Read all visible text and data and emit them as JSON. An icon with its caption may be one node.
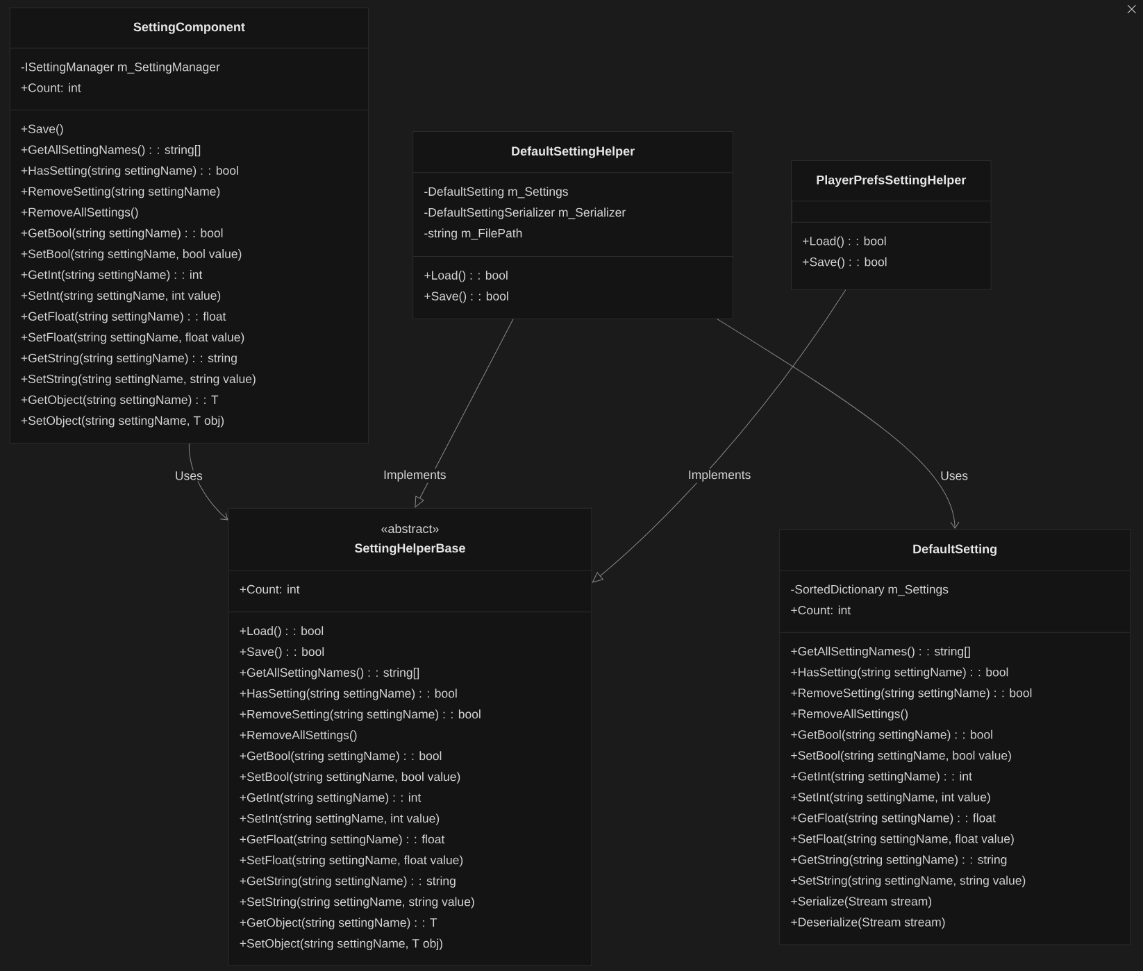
{
  "diagram": {
    "nodes": [
      {
        "text": [
          "SettingComponent"
        ]
      },
      {
        "text": [
          "-ISettingManager m_SettingManager",
          "+Count: int"
        ],
        "in": 0
      },
      {
        "text": [
          "+Save()",
          "+GetAllSettingNames() : : string[]",
          "+HasSetting(string settingName) : : bool",
          "+RemoveSetting(string settingName)",
          "+RemoveAllSettings()",
          "+GetBool(string settingName) : : bool",
          "+SetBool(string settingName, bool value)",
          "+GetInt(string settingName) : : int",
          "+SetInt(string settingName, int value)",
          "+GetFloat(string settingName) : : float",
          "+SetFloat(string settingName, float value)",
          "+GetString(string settingName) : : string",
          "+SetString(string settingName, string value)",
          "+GetObject(string settingName) : : T",
          "+SetObject(string settingName, T obj)"
        ],
        "in": 0
      },
      {
        "text": [
          "DefaultSettingHelper"
        ]
      },
      {
        "text": [
          "-DefaultSetting m_Settings",
          "-DefaultSettingSerializer m_Serializer",
          "-string m_FilePath"
        ],
        "in": 3
      },
      {
        "text": [
          "+Load() : : bool",
          "+Save() : : bool"
        ],
        "in": 3
      },
      {
        "text": [
          "PlayerPrefsSettingHelper"
        ]
      },
      {
        "text": [],
        "shape": "box",
        "in": 6
      },
      {
        "text": [
          "+Load() : : bool",
          "+Save() : : bool"
        ],
        "in": 6
      },
      {
        "text": [
          "«abstract»",
          "SettingHelperBase"
        ]
      },
      {
        "text": [
          "+Count: int"
        ],
        "in": 9
      },
      {
        "text": [
          "+Load() : : bool",
          "+Save() : : bool",
          "+GetAllSettingNames() : : string[]",
          "+HasSetting(string settingName) : : bool",
          "+RemoveSetting(string settingName) : : bool",
          "+RemoveAllSettings()",
          "+GetBool(string settingName) : : bool",
          "+SetBool(string settingName, bool value)",
          "+GetInt(string settingName) : : int",
          "+SetInt(string settingName, int value)",
          "+GetFloat(string settingName) : : float",
          "+SetFloat(string settingName, float value)",
          "+GetString(string settingName) : : string",
          "+SetString(string settingName, string value)",
          "+GetObject(string settingName) : : T",
          "+SetObject(string settingName, T obj)"
        ],
        "in": 9
      },
      {
        "text": [
          "DefaultSetting"
        ]
      },
      {
        "text": [
          "-SortedDictionary m_Settings",
          "+Count: int"
        ],
        "in": 12
      },
      {
        "text": [
          "+GetAllSettingNames() : : string[]",
          "+HasSetting(string settingName) : : bool",
          "+RemoveSetting(string settingName) : : bool",
          "+RemoveAllSettings()",
          "+GetBool(string settingName) : : bool",
          "+SetBool(string settingName, bool value)",
          "+GetInt(string settingName) : : int",
          "+SetInt(string settingName, int value)",
          "+GetFloat(string settingName) : : float",
          "+SetFloat(string settingName, float value)",
          "+GetString(string settingName) : : string",
          "+SetString(string settingName, string value)",
          "+Serialize(Stream stream)",
          "+Deserialize(Stream stream)"
        ],
        "in": 12
      }
    ],
    "edges": [
      {
        "from": 0,
        "to": 9,
        "arrow": "to",
        "label": "Uses"
      },
      {
        "from": 3,
        "to": 9,
        "arrow": "to",
        "label": "Implements"
      },
      {
        "from": 6,
        "to": 9,
        "arrow": "to",
        "label": "Implements"
      },
      {
        "from": 3,
        "to": 12,
        "arrow": "to",
        "label": "Uses"
      }
    ]
  }
}
